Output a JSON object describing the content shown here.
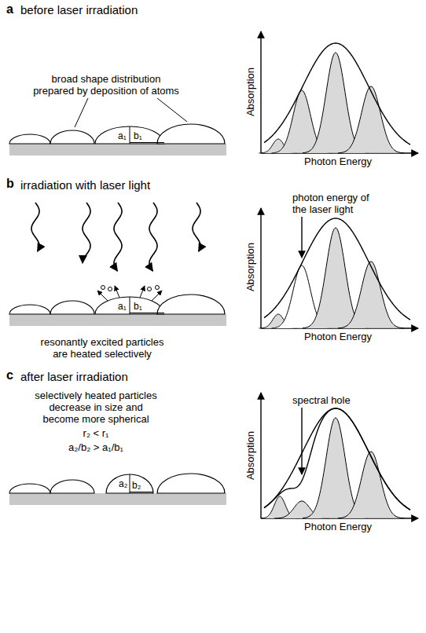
{
  "diagram": {
    "labels": [
      "a",
      "before laser irradiation",
      "broad shape distribution prepared by deposition of atoms",
      "a₁",
      "b₁",
      "Absorption",
      "Photon Energy",
      "b",
      "irradiation with laser light",
      "photon energy of the laser light",
      "a₁",
      "b₁",
      "resonantly excited particles are heated selectively",
      "Absorption",
      "Photon Energy",
      "c",
      "after laser irradiation",
      "selectively heated particles decrease in size and become more spherical",
      "r₂ < r₁",
      "a₂/b₂ > a₁/b₁",
      "a₂",
      "b₂",
      "spectral hole",
      "Absorption",
      "Photon Energy"
    ]
  }
}
